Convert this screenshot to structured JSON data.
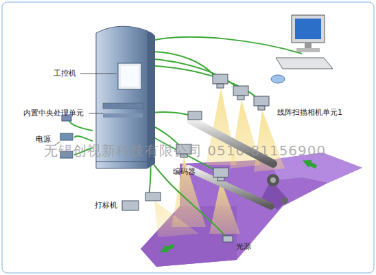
{
  "diagram": {
    "labels": [
      "工控机",
      "内置中央处理单元",
      "电源",
      "线阵扫描相机单元1",
      "编码器",
      "打标机",
      "光源",
      "无锡创视新科技有限公司 0510-81156900"
    ]
  }
}
